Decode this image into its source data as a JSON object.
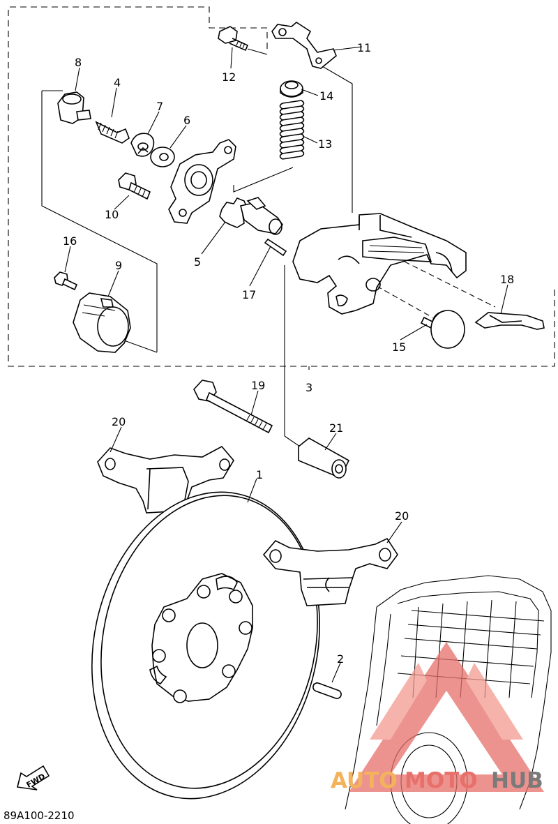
{
  "diagram": {
    "code": "89A100-2210",
    "fwd_label": "FWD",
    "watermark": {
      "part1": "AUTO",
      "part2": "MOTO",
      "part3": "HUB"
    },
    "callouts": [
      "1",
      "2",
      "3",
      "4",
      "5",
      "6",
      "7",
      "8",
      "9",
      "10",
      "11",
      "12",
      "13",
      "14",
      "15",
      "16",
      "17",
      "18",
      "19",
      "20",
      "20",
      "21"
    ]
  },
  "colors": {
    "line": "#000000",
    "background": "#ffffff",
    "watermark_red": "#e8706a",
    "watermark_orange": "#f3b35c",
    "watermark_gray": "#7a7a7a"
  }
}
